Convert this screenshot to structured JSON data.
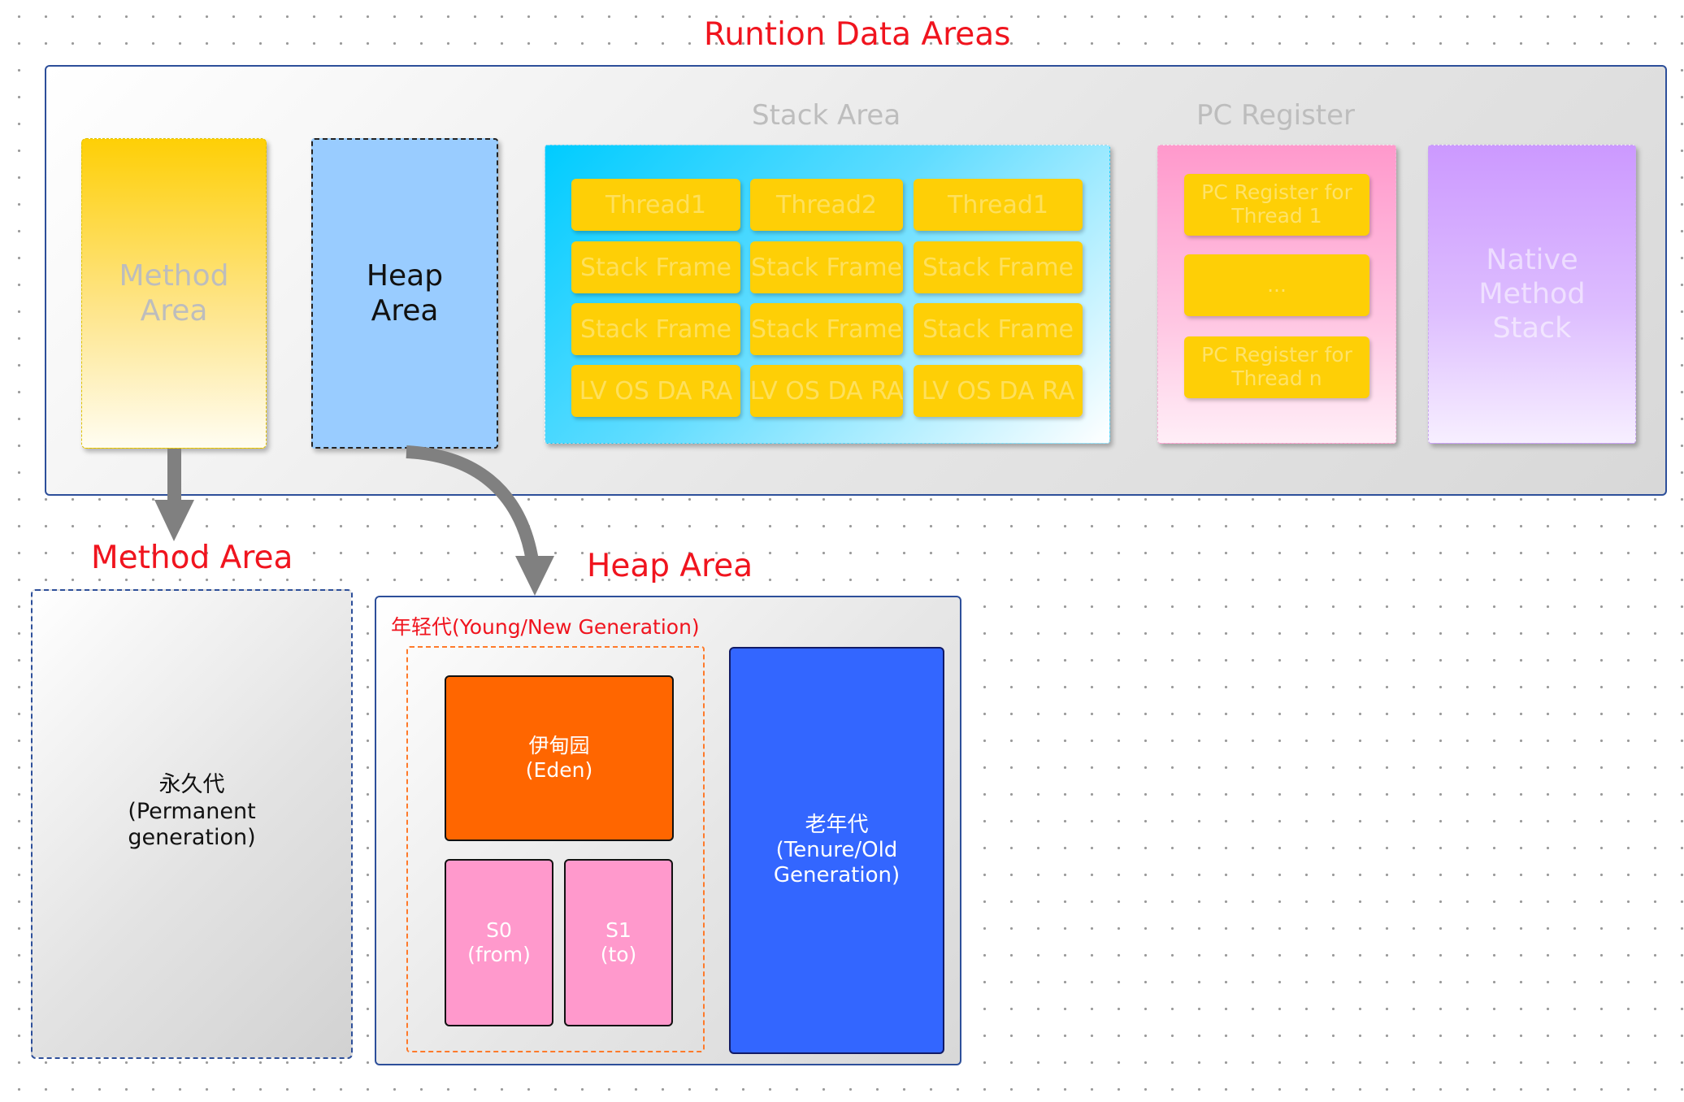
{
  "titles": {
    "runtime": "Runtion Data Areas",
    "method_area": "Method Area",
    "heap_area": "Heap Area"
  },
  "runtime": {
    "method_area_box": "Method Area",
    "heap_area_box": "Heap Area",
    "stack_area_label": "Stack Area",
    "pc_register_label": "PC Register",
    "stack_columns": [
      [
        "Thread1",
        "Stack Frame",
        "Stack Frame",
        "LV OS DA RA"
      ],
      [
        "Thread2",
        "Stack Frame",
        "Stack Frame",
        "LV OS DA RA"
      ],
      [
        "Thread1",
        "Stack Frame",
        "Stack Frame",
        "LV OS DA RA"
      ]
    ],
    "pc_cells": [
      "PC Register for Thread 1",
      "...",
      "PC Register for Thread n"
    ],
    "native_stack": "Native Method Stack"
  },
  "method_detail": {
    "permanent": "永久代\n(Permanent\ngeneration)"
  },
  "heap_detail": {
    "young_label": "年轻代(Young/New Generation)",
    "eden": "伊甸园\n(Eden)",
    "s0": "S0\n(from)",
    "s1": "S1\n(to)",
    "old": "老年代\n(Tenure/Old\nGeneration)"
  },
  "colors": {
    "title_red": "#f0141e",
    "panel_border": "#2d4f9a",
    "method_gold": "#fecf06",
    "heap_blue": "#99ccff",
    "stack_cyan": "#00ccff",
    "pc_pink": "#ff99cc",
    "native_purple": "#cc99ff",
    "eden_orange": "#ff6600",
    "survivor_pink": "#ff99cc",
    "old_blue": "#3366ff",
    "arrow_gray": "#808080"
  }
}
